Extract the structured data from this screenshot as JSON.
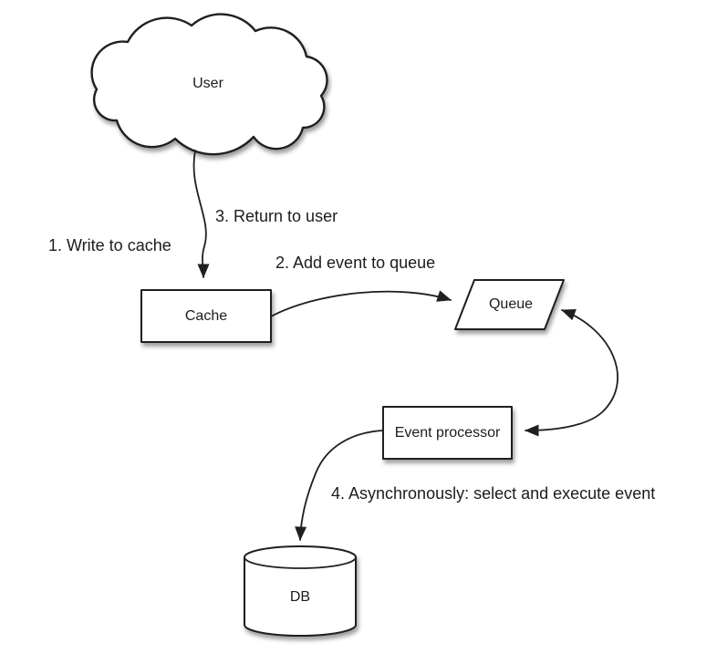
{
  "colors": {
    "background": "#ffffff",
    "stroke": "#1f1f1f",
    "text": "#1c1c1c"
  },
  "nodes": {
    "user": {
      "label": "User",
      "shape": "cloud"
    },
    "cache": {
      "label": "Cache",
      "shape": "rectangle"
    },
    "queue": {
      "label": "Queue",
      "shape": "parallelogram"
    },
    "event_processor": {
      "label": "Event processor",
      "shape": "rectangle"
    },
    "db": {
      "label": "DB",
      "shape": "cylinder"
    }
  },
  "edges": {
    "user_to_cache": {
      "from": "user",
      "to": "cache",
      "labels": [
        "1. Write to cache",
        "3. Return to user"
      ]
    },
    "cache_to_queue": {
      "from": "cache",
      "to": "queue",
      "labels": [
        "2. Add event to queue"
      ]
    },
    "queue_to_event_processor": {
      "from": "queue",
      "to": "event_processor",
      "bidirectional": true,
      "labels": []
    },
    "event_processor_to_db": {
      "from": "event_processor",
      "to": "db",
      "labels": [
        "4. Asynchronously: select and execute event"
      ]
    }
  }
}
